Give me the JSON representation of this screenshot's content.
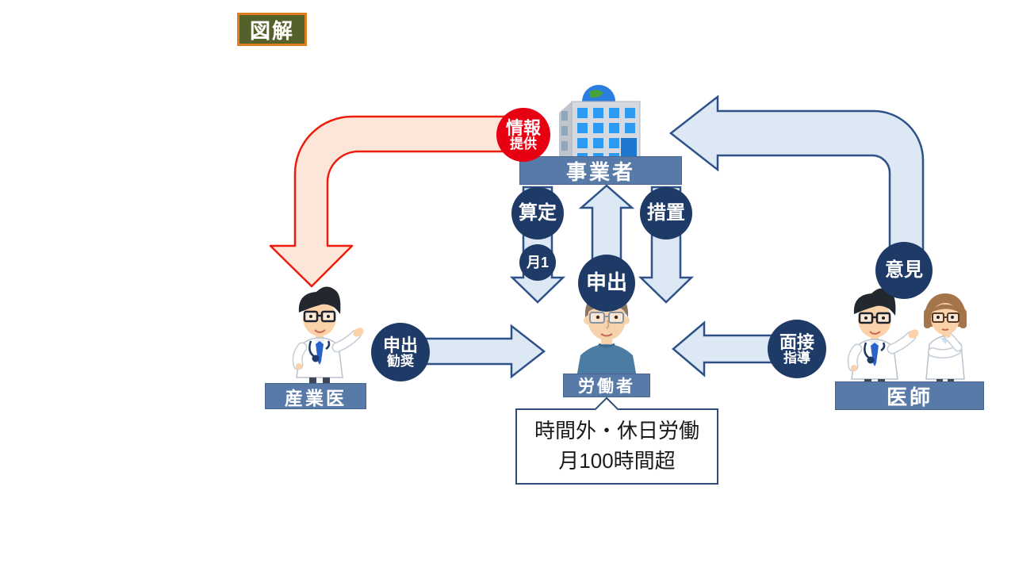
{
  "badge": {
    "label": "図解"
  },
  "nodes": {
    "employer": {
      "label": "事業者"
    },
    "worker": {
      "label": "労働者"
    },
    "occupational_physician": {
      "label": "産業医"
    },
    "doctor": {
      "label": "医師"
    }
  },
  "labels": {
    "info_provision": {
      "line1": "情報",
      "line2": "提供"
    },
    "calculation": "算定",
    "monthly": "月1",
    "request": "申出",
    "measures": "措置",
    "request_encouragement": {
      "line1": "申出",
      "line2": "勧奨"
    },
    "interview_guidance": {
      "line1": "面接",
      "line2": "指導"
    },
    "opinion": "意見"
  },
  "callout": {
    "line1": "時間外・休日労働",
    "line2": "月100時間超"
  },
  "colors": {
    "navy_circle": "#1e3a66",
    "banner_fill": "#587aa8",
    "light_arrow_fill": "#dce9f5",
    "light_arrow_stroke": "#2e5288",
    "red_circle": "#e60012",
    "red_arrow_fill": "#fbe6d9",
    "red_arrow_stroke": "#ed1c0c",
    "badge_green": "#55612a",
    "badge_orange": "#e07d1f"
  }
}
